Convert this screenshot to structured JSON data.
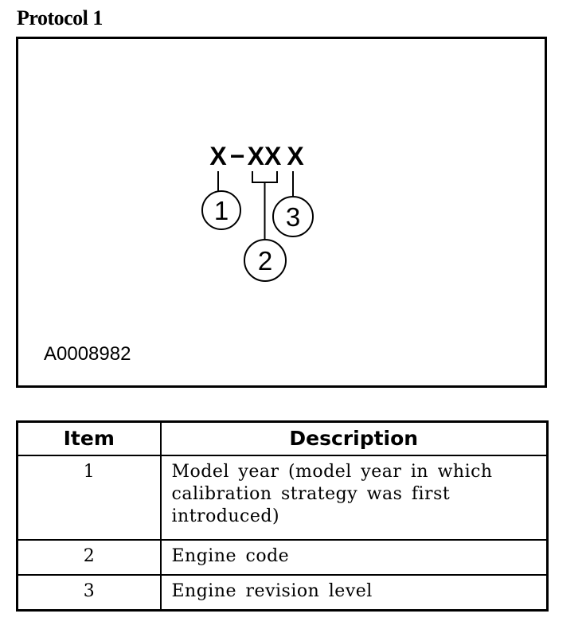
{
  "page": {
    "title": "Protocol 1"
  },
  "figure": {
    "code": {
      "part1": "X",
      "separator": "−",
      "part2": "XX",
      "part3": "X"
    },
    "callouts": {
      "c1": "1",
      "c2": "2",
      "c3": "3"
    },
    "figure_id": "A0008982"
  },
  "table": {
    "headers": {
      "item": "Item",
      "description": "Description"
    },
    "rows": [
      {
        "item": "1",
        "description": "Model year (model year in which calibration strategy was first introduced)"
      },
      {
        "item": "2",
        "description": "Engine code"
      },
      {
        "item": "3",
        "description": "Engine revision level"
      }
    ]
  },
  "colors": {
    "ink": "#000000",
    "background": "#ffffff"
  }
}
